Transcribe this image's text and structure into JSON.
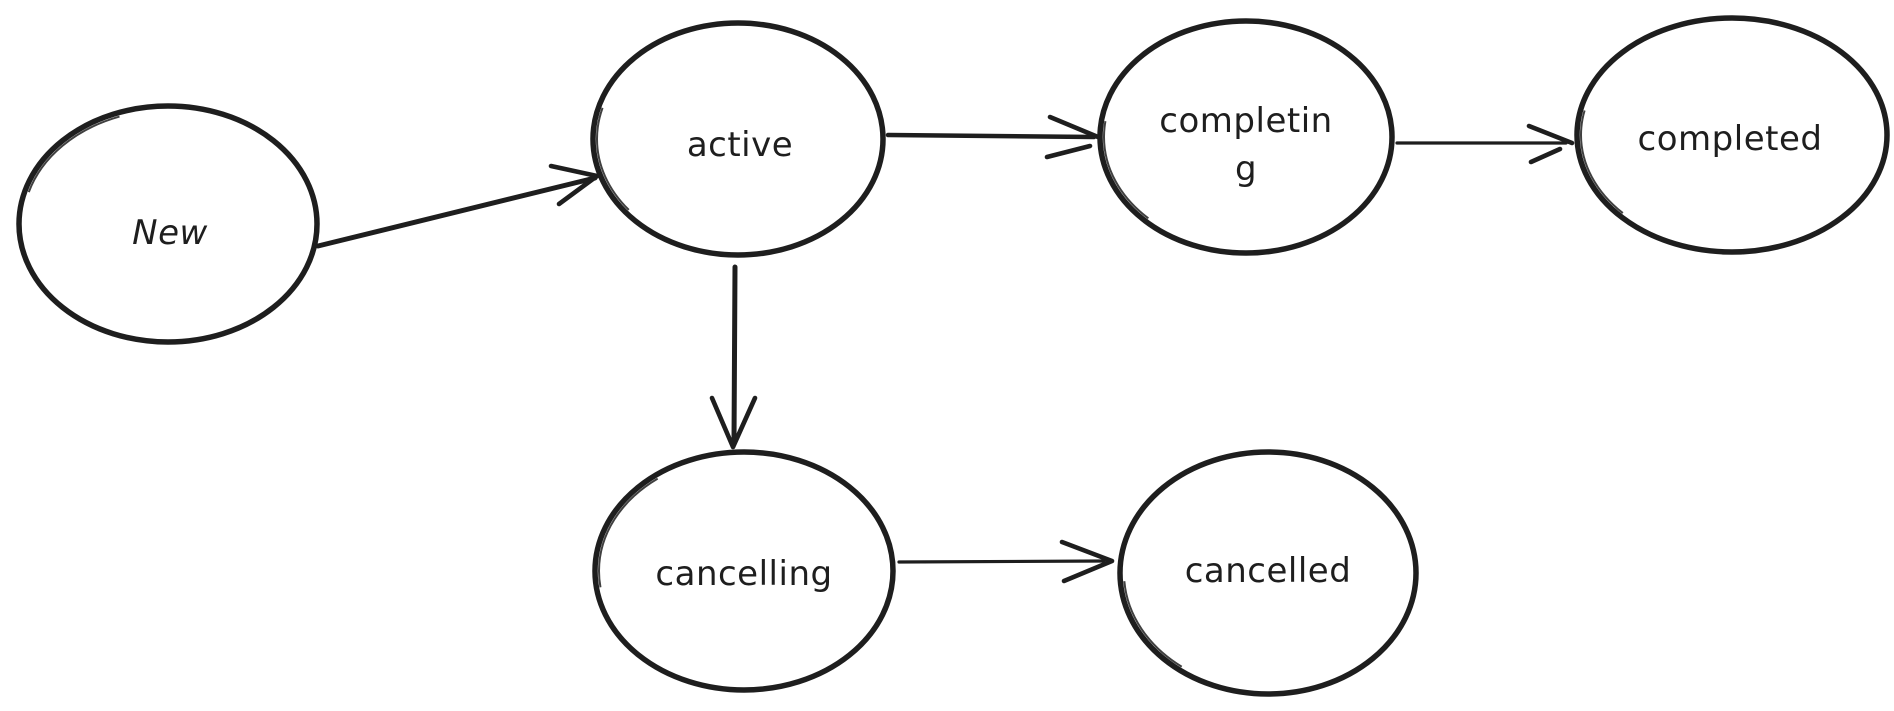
{
  "diagram": {
    "type": "state-machine",
    "background_color": "#ffffff",
    "stroke_color": "#1e1e1e",
    "nodes": [
      {
        "id": "new",
        "label": "New",
        "lines": [
          "New"
        ]
      },
      {
        "id": "active",
        "label": "active",
        "lines": [
          "active"
        ]
      },
      {
        "id": "completing",
        "label": "completing",
        "lines": [
          "completin",
          "g"
        ]
      },
      {
        "id": "completed",
        "label": "completed",
        "lines": [
          "completed"
        ]
      },
      {
        "id": "cancelling",
        "label": "cancelling",
        "lines": [
          "cancelling"
        ]
      },
      {
        "id": "cancelled",
        "label": "cancelled",
        "lines": [
          "cancelled"
        ]
      }
    ],
    "edges": [
      {
        "from": "New",
        "to": "active"
      },
      {
        "from": "active",
        "to": "completing"
      },
      {
        "from": "completing",
        "to": "completed"
      },
      {
        "from": "active",
        "to": "cancelling"
      },
      {
        "from": "cancelling",
        "to": "cancelled"
      }
    ]
  }
}
